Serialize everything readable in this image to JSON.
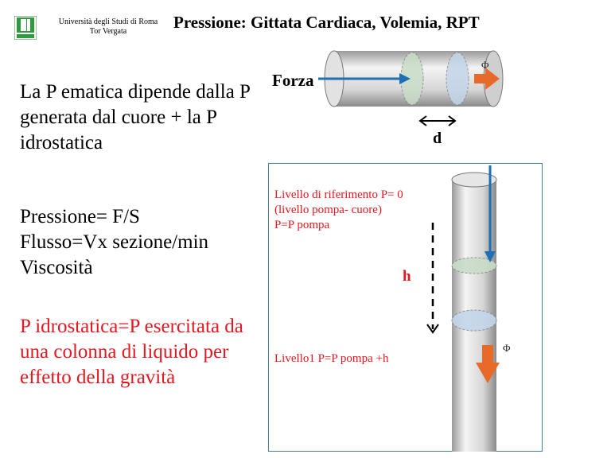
{
  "header": {
    "university_line1": "Università degli Studi di Roma",
    "university_line2": "Tor Vergata",
    "title": "Pressione: Gittata Cardiaca, Volemia, RPT",
    "logo_icon": "tor-vergata-logo"
  },
  "left": {
    "block1": "La P ematica dipende dalla P generata dal cuore + la P idrostatica",
    "block2_lines": [
      "Pressione= F/S",
      "Flusso=Vx sezione/min",
      "Viscosità"
    ],
    "block3": "P idrostatica=P esercitata da una colonna di liquido per effetto della gravità"
  },
  "figure_top": {
    "force_label": "Forza",
    "distance_label": "d",
    "flow_symbol": "Φ"
  },
  "figure_bottom": {
    "level0_lines": [
      "Livello di riferimento P= 0",
      "(livello pompa- cuore)",
      "P=P pompa"
    ],
    "height_label": "h",
    "level1": "Livello1 P=P pompa +h",
    "flow_symbol": "Φ"
  },
  "colors": {
    "accent_red": "#e8171f",
    "arrow_blue": "#1f6fb5",
    "arrow_orange": "#e86a2a",
    "box_border": "#4a78b8"
  }
}
